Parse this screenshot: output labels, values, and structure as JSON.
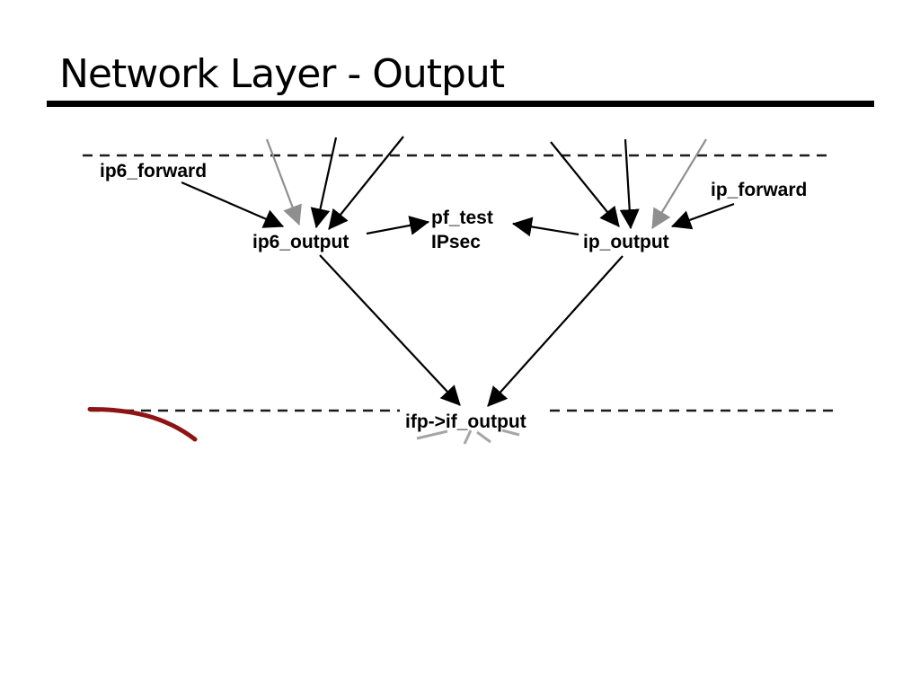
{
  "slide": {
    "title": "Network Layer - Output"
  },
  "colors": {
    "text": "#000000",
    "arrow_black": "#000000",
    "arrow_gray": "#8f8f8f",
    "boundary_dash": "#1a1a1a",
    "highlight_red": "#8e1414"
  },
  "diagram": {
    "nodes": {
      "ip6_forward": {
        "label": "ip6_forward"
      },
      "ip6_output": {
        "label": "ip6_output"
      },
      "pf_test": {
        "label_line1": "pf_test",
        "label_line2": "IPsec"
      },
      "ip_output": {
        "label": "ip_output"
      },
      "ip_forward": {
        "label": "ip_forward"
      },
      "if_output": {
        "label": "ifp->if_output"
      }
    },
    "edges": [
      {
        "from": "ip6_forward",
        "to": "ip6_output",
        "color": "black"
      },
      {
        "from": "above-boundary-gray",
        "to": "ip6_output",
        "color": "gray"
      },
      {
        "from": "above-boundary",
        "to": "ip6_output",
        "color": "black"
      },
      {
        "from": "above-boundary",
        "to": "ip6_output",
        "color": "black"
      },
      {
        "from": "ip6_output",
        "to": "pf_test",
        "color": "black"
      },
      {
        "from": "above-boundary",
        "to": "ip_output",
        "color": "black"
      },
      {
        "from": "above-boundary",
        "to": "ip_output",
        "color": "black"
      },
      {
        "from": "above-boundary-gray",
        "to": "ip_output",
        "color": "gray"
      },
      {
        "from": "ip_forward",
        "to": "ip_output",
        "color": "black"
      },
      {
        "from": "ip_output",
        "to": "pf_test",
        "color": "black"
      },
      {
        "from": "ip6_output",
        "to": "if_output",
        "color": "black"
      },
      {
        "from": "ip_output",
        "to": "if_output",
        "color": "black"
      }
    ],
    "boundaries": [
      {
        "name": "upper-layer-boundary",
        "style": "dashed"
      },
      {
        "name": "lower-driver-boundary",
        "style": "dashed"
      }
    ]
  }
}
